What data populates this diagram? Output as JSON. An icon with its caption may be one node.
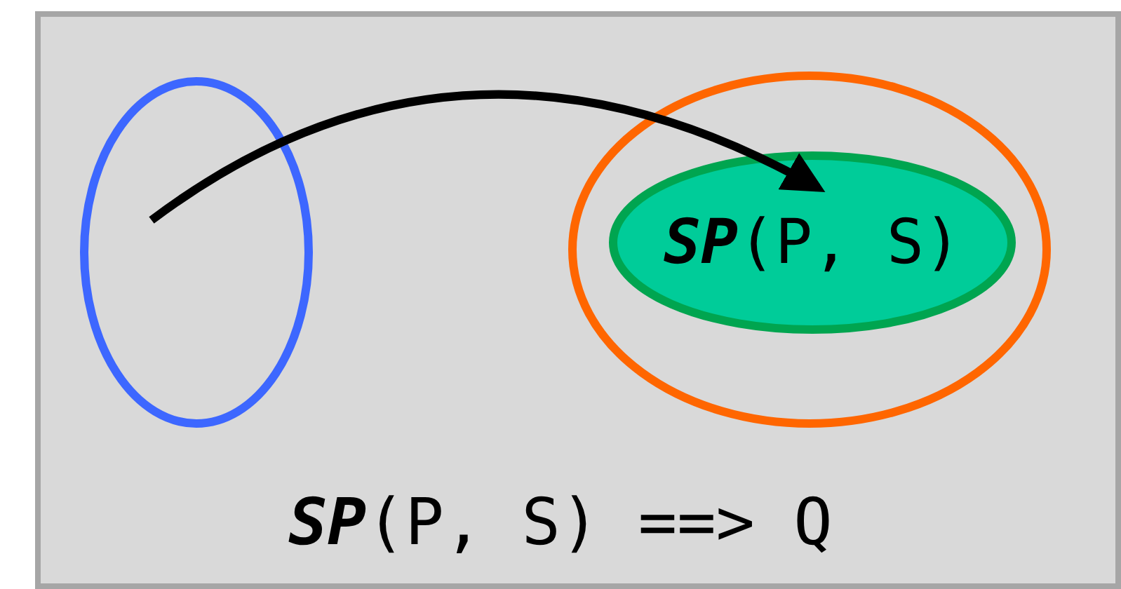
{
  "diagram": {
    "nodes": [
      {
        "text": [],
        "shape": "ellipse"
      },
      {
        "text": [],
        "shape": "ellipse"
      },
      {
        "text": [
          "**SP**(P, S)"
        ],
        "in": 1
      }
    ],
    "edges": [
      {
        "from": 0,
        "to": 2,
        "arrow": "to"
      }
    ],
    "labels": [
      "**SP**(P, S) ==> Q"
    ]
  }
}
